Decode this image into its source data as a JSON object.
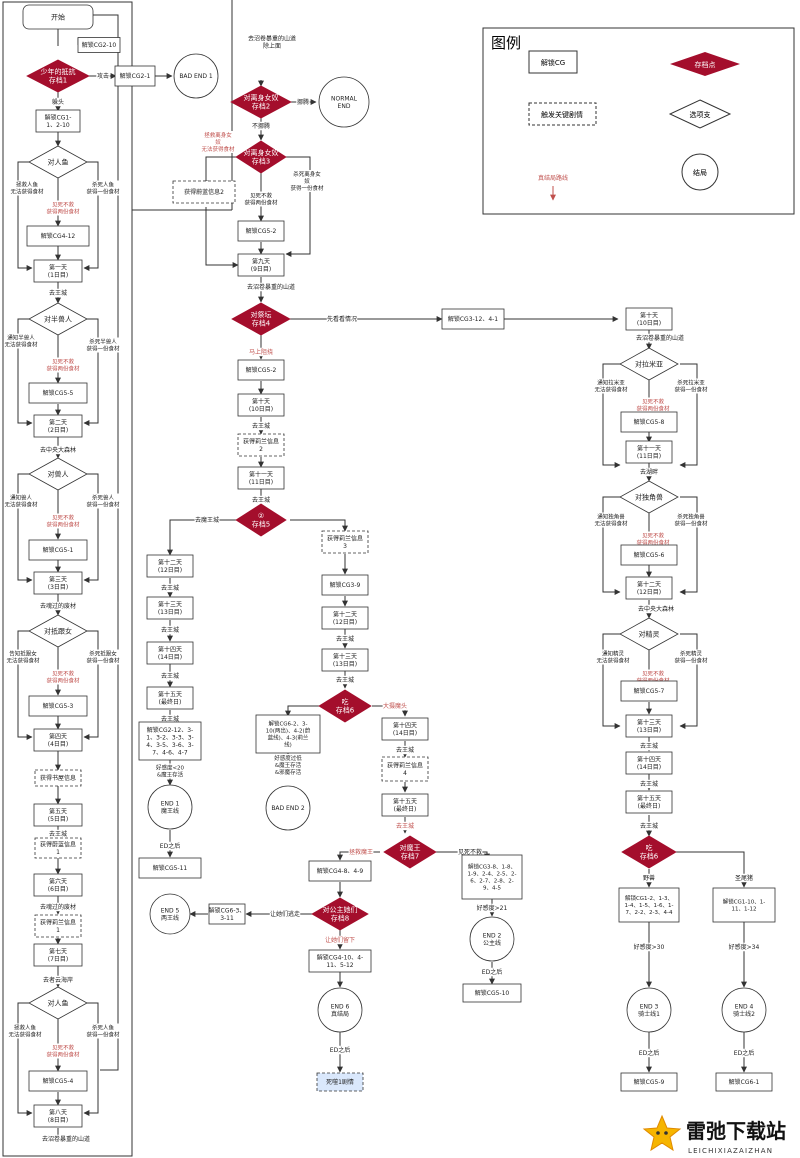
{
  "legend": {
    "title": "图例",
    "unlock_cg": "解锁CG",
    "save_point": "存档点",
    "trigger_plot": "触发关键剧情",
    "option_branch": "选项支",
    "ending": "结局",
    "real_ending_route": "真结局路线"
  },
  "watermark": {
    "name": "雷弛下载站",
    "url": "LEICHIXIAZAIZHAN"
  },
  "colors": {
    "save": "#a40e2c",
    "red_text": "#c0504d",
    "line": "#333333",
    "death_fill": "#dae8fc"
  },
  "nodes": {
    "n1": "开始",
    "n2": "解锁CG2-10",
    "n3": "少年的抵抗\n存档1",
    "n4": "攻击",
    "n5": "解锁CG2-1",
    "n6": "BAD END 1",
    "n7": "躲头",
    "n8": "解锁CG1-\n1、2-10",
    "n9": "对人鱼",
    "n10": "拯救人鱼\n无法获得食材",
    "n11": "杀死人鱼\n获得一份食材",
    "n12": "见死不救\n获得两份食材",
    "n13": "解锁CG4-12",
    "n14": "第一天\n(1日目)",
    "n15": "去王城",
    "n16": "对半兽人",
    "n17": "通知半兽人\n无法获得食材",
    "n18": "杀死半兽人\n获得一份食材",
    "n19": "见死不救\n获得两份食材",
    "n20": "解锁CG5-5",
    "n21": "第二天\n(2日目)",
    "n22": "去中央大森林",
    "n23": "对兽人",
    "n24": "通知兽人\n无法获得食材",
    "n25": "杀死兽人\n获得一份食材",
    "n26": "见死不救\n获得两份食材",
    "n27": "解锁CG5-1",
    "n28": "第三天\n(3日目)",
    "n29": "去魂过的废材",
    "n30": "对抵跟女",
    "n31": "告知抵跟女\n无法获得食材",
    "n32": "杀死抵跟女\n获得一份食材",
    "n33": "见死不救\n获得两份食材",
    "n34": "解锁CG5-3",
    "n35": "第四天\n(4日目)",
    "n36": "获得书屋信息",
    "n37": "第五天\n(5日目)",
    "n38": "去王城",
    "n39": "获得蔚蓝信息\n1",
    "n40": "第六天\n(6日目)",
    "n41": "去魂过的废材",
    "n42": "获得莉兰信息\n1",
    "n43": "第七天\n(7日目)",
    "n44": "去者云海岸",
    "n45": "对人鱼",
    "n46": "拯救人鱼\n无法获得食材",
    "n47": "杀死人鱼\n获得一份食材",
    "n48": "见死不救\n获得两份食材",
    "n49": "解锁CG5-4",
    "n50": "第八天\n(8日目)",
    "n51": "去沼卷暴重的山道",
    "n52": "去沼卷暴重的山道\n除上面",
    "n53": "对离身女奴\n存档2",
    "n54": "挪腾",
    "n55": "NORMAL\nEND",
    "n56": "不挪腾",
    "n57": "拯救离身女\n奴\n无法获得食材",
    "n58": "对离身女奴\n存档3",
    "n59": "杀死离身女\n奴\n获得一份食材",
    "n60": "获得蔚蓝信息2",
    "n61": "见死不救\n获得两份食材",
    "n62": "解锁CG5-2",
    "n63": "第九天\n(9日目)",
    "n64": "去沼卷暴重的山道",
    "n65": "对祭坛\n存档4",
    "n66": "先看看情况",
    "n67": "解锁CG3-12、4-1",
    "n68": "马上阻挠",
    "n69": "解锁CG5-2",
    "n70": "第十天\n(10日目)",
    "n71": "去王城",
    "n72": "获得莉兰信息\n2",
    "n73": "第十一天\n(11日目)",
    "n74": "去王城",
    "n75": "②\n存档5",
    "n76": "去魔王城",
    "n77": "第十二天\n(12日目)",
    "n78": "去王城",
    "n79": "第十三天\n(13日目)",
    "n80": "去王城",
    "n81": "第十四天\n(14日目)",
    "n82": "去王城",
    "n83": "第十五天\n(最终日)",
    "n84": "去王城",
    "n85": "解锁CG2-12、3-\n1、3-2、3-3、3-\n4、3-5、3-6、3-\n7、4-6、4-7",
    "n86": "好感度<20\n&魔王存活",
    "n87": "END 1\n魔王线",
    "n88": "ED之后",
    "n89": "解锁CG5-11",
    "n90": "获得莉兰信息\n3",
    "n91": "解锁CG3-9",
    "n92": "第十二天\n(12日目)",
    "n93": "去王城",
    "n94": "第十三天\n(13日目)",
    "n95": "去王城",
    "n96": "吃\n存档6",
    "n97": "解锁CG6-2、3-\n10(两出)、4-2(蔚\n蓝线)、4-3(莉兰\n线)",
    "n98": "好感度过低\n&魔王存活\n&邪魔存活",
    "n99": "BAD END 2",
    "n100": "大摄魔头",
    "n101": "第十四天\n(14日目)",
    "n102": "去王城",
    "n103": "获得莉兰信息\n4",
    "n104": "第十五天\n(最终日)",
    "n105": "去王城",
    "n106": "对魔王\n存档7",
    "n107": "见死不救",
    "n108": "拯救魔王",
    "n109": "解锁CG4-8、4-9",
    "n110": "解锁CG3-8、1-8、\n1-9、2-4、2-5、2-\n6、2-7、2-8、2-\n9、4-5",
    "n111": "好感度>21",
    "n112": "END 2\n公主线",
    "n113": "ED之后",
    "n114": "解锁CG5-10",
    "n115": "对公主她们\n存档8",
    "n116": "让她们逃走",
    "n117": "解锁CG6-3、\n3-11",
    "n118": "END 5\n两王线",
    "n119": "让她们留下",
    "n120": "解锁CG4-10、4-\n11、5-12",
    "n121": "END 6\n真结局",
    "n122": "ED之后",
    "n123": "死噬1剧情",
    "n124": "第十天\n(10日目)",
    "n125": "去沼卷暴重的山道",
    "n126": "对拉米亚",
    "n127": "通知拉米亚\n无法获得食材",
    "n128": "杀死拉米亚\n获得一份食材",
    "n129": "见死不救\n获得两份食材",
    "n130": "解锁CG5-8",
    "n131": "第十一天\n(11日目)",
    "n132": "去湖畔",
    "n133": "对独角兽",
    "n134": "通知独角兽\n无法获得食材",
    "n135": "杀死独角兽\n获得一份食材",
    "n136": "见死不救\n获得两份食材",
    "n137": "解锁CG5-6",
    "n138": "第十二天\n(12日目)",
    "n139": "去中央大森林",
    "n140": "对精灵",
    "n141": "通知精灵\n无法获得食材",
    "n142": "杀死精灵\n获得一份食材",
    "n143": "见死不救\n获得两份食材",
    "n144": "解锁CG5-7",
    "n145": "第十三天\n(13日目)",
    "n146": "去王城",
    "n147": "第十四天\n(14日目)",
    "n148": "去王城",
    "n149": "第十五天\n(最终日)",
    "n150": "去王城",
    "n151": "吃\n存档6",
    "n152": "野兽",
    "n153": "圣尾猪",
    "n154": "解锁CG1-2、1-3、\n1-4、1-5、1-6、1-\n7、2-2、2-3、4-4",
    "n155": "解锁CG1-10、1-\n11、1-12",
    "n156": "好感度>30",
    "n157": "好感度>34",
    "n158": "END 3\n骑士线1",
    "n159": "END 4\n骑士线2",
    "n160": "ED之后",
    "n161": "ED之后",
    "n162": "解锁CG5-9",
    "n163": "解锁CG6-1"
  }
}
